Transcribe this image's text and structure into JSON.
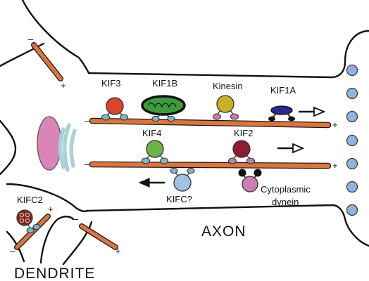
{
  "labels": {
    "kif3": "KIF3",
    "kif1b": "KIF1B",
    "kinesin": "Kinesin",
    "kif1a": "KIF1A",
    "kif4": "KIF4",
    "kif2": "KIF2",
    "kifc": "KIFC?",
    "cyto_line1": "Cytoplasmic",
    "cyto_line2": "dynein",
    "kifc2": "KIFC2",
    "axon": "AXON",
    "dendrite": "DENDRITE"
  },
  "polarity": {
    "minus": "–",
    "plus": "+"
  },
  "colors": {
    "microtubule": "#d9753f",
    "kif3": "#d9472b",
    "kif1b_cargo": "#3c9b3c",
    "kinesin": "#c9b227",
    "kif1a": "#2b2a8c",
    "kif4": "#6cb34b",
    "kif2": "#8e1d34",
    "kifc_cargo": "#9fc2e6",
    "dynein_cargo": "#c97fb2",
    "kifc2_cargo": "#7e2a22",
    "golgi": "#d985b8",
    "er": "#a8d3d3",
    "terminal_vesicles": "#90b4e0",
    "motor_heads": "#7fb6c2"
  },
  "icons": [
    "arrow-right-icon",
    "arrow-left-icon",
    "arrow-right-icon"
  ]
}
